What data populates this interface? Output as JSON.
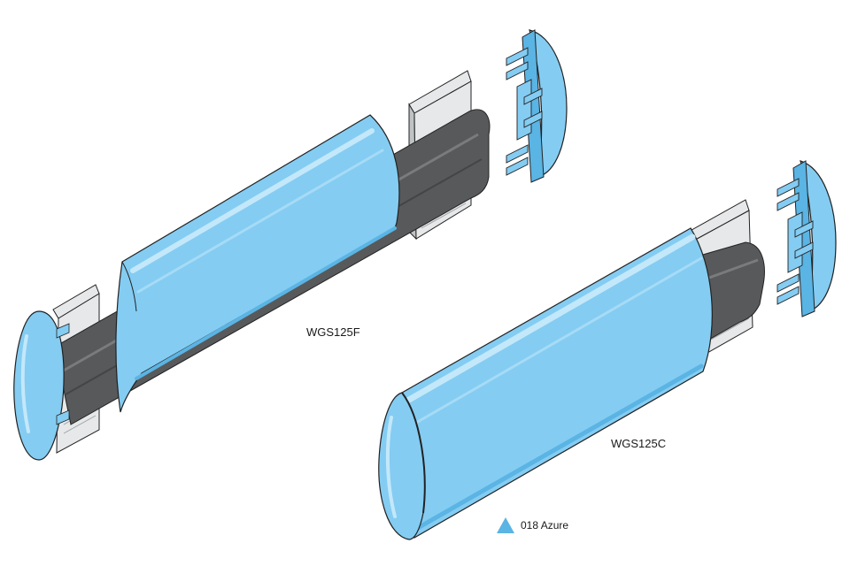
{
  "diagram": {
    "parts": [
      {
        "id": "wgs125f",
        "label": "WGS125F"
      },
      {
        "id": "wgs125c",
        "label": "WGS125C"
      }
    ],
    "legend": {
      "marker_icon": "triangle-swatch-icon",
      "label": "018 Azure"
    }
  },
  "colors": {
    "azure": "#84CCF2",
    "azure_light": "#C3E8FA",
    "azure_dark": "#5AB4E4",
    "grey_core": "#58595B",
    "grey_core_light": "#7A7B7D",
    "retainer": "#E6E8E9",
    "retainer_shadow": "#BFC3C5",
    "outline": "#222222"
  }
}
